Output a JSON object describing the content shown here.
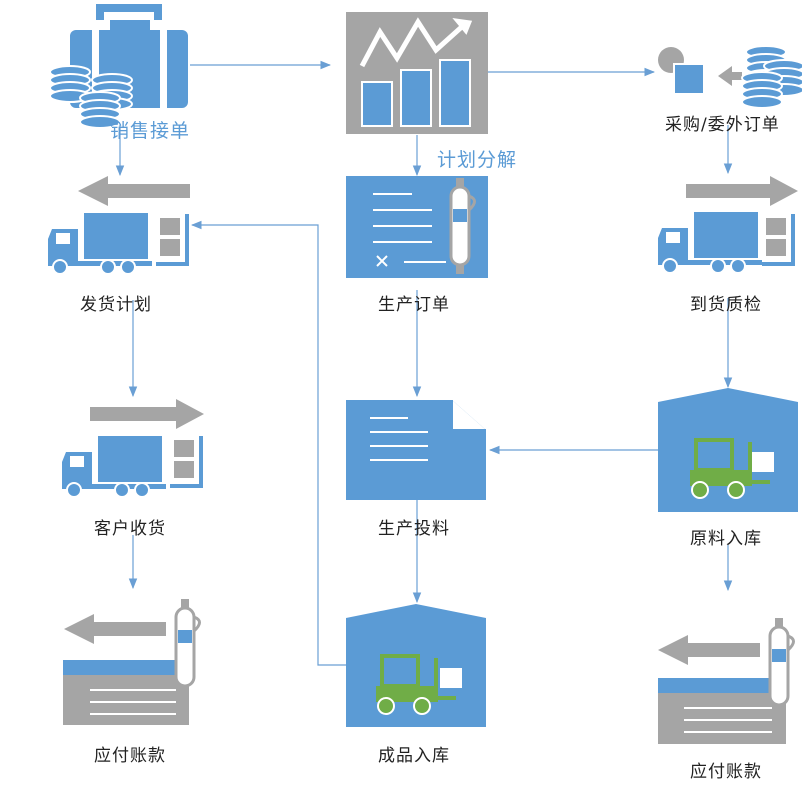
{
  "colors": {
    "blue": "#5b9bd5",
    "gray": "#a5a5a5",
    "green": "#70ad47",
    "arrow": "#6a9fd4"
  },
  "labels": {
    "sales_order": "销售接单",
    "plan_breakdown": "计划分解",
    "purchase_order": "采购/委外订单",
    "shipping_plan": "发货计划",
    "production_order": "生产订单",
    "arrival_inspection": "到货质检",
    "customer_receipt": "客户收货",
    "production_feed": "生产投料",
    "material_warehousing": "原料入库",
    "accounts_payable_left": "应付账款",
    "finished_goods_warehousing": "成品入库",
    "accounts_payable_right": "应付账款"
  },
  "icons": {
    "sales_order": "briefcase-coins-icon",
    "plan_breakdown": "growth-chart-icon",
    "purchase_order": "purchase-exchange-icon",
    "shipping_plan": "truck-left-icon",
    "production_order": "document-pen-icon",
    "arrival_inspection": "truck-right-icon",
    "customer_receipt": "truck-right-icon",
    "production_feed": "document-icon",
    "material_warehousing": "warehouse-forklift-icon",
    "accounts_payable_left": "card-pen-icon",
    "finished_goods_warehousing": "warehouse-forklift-icon",
    "accounts_payable_right": "card-pen-icon"
  }
}
